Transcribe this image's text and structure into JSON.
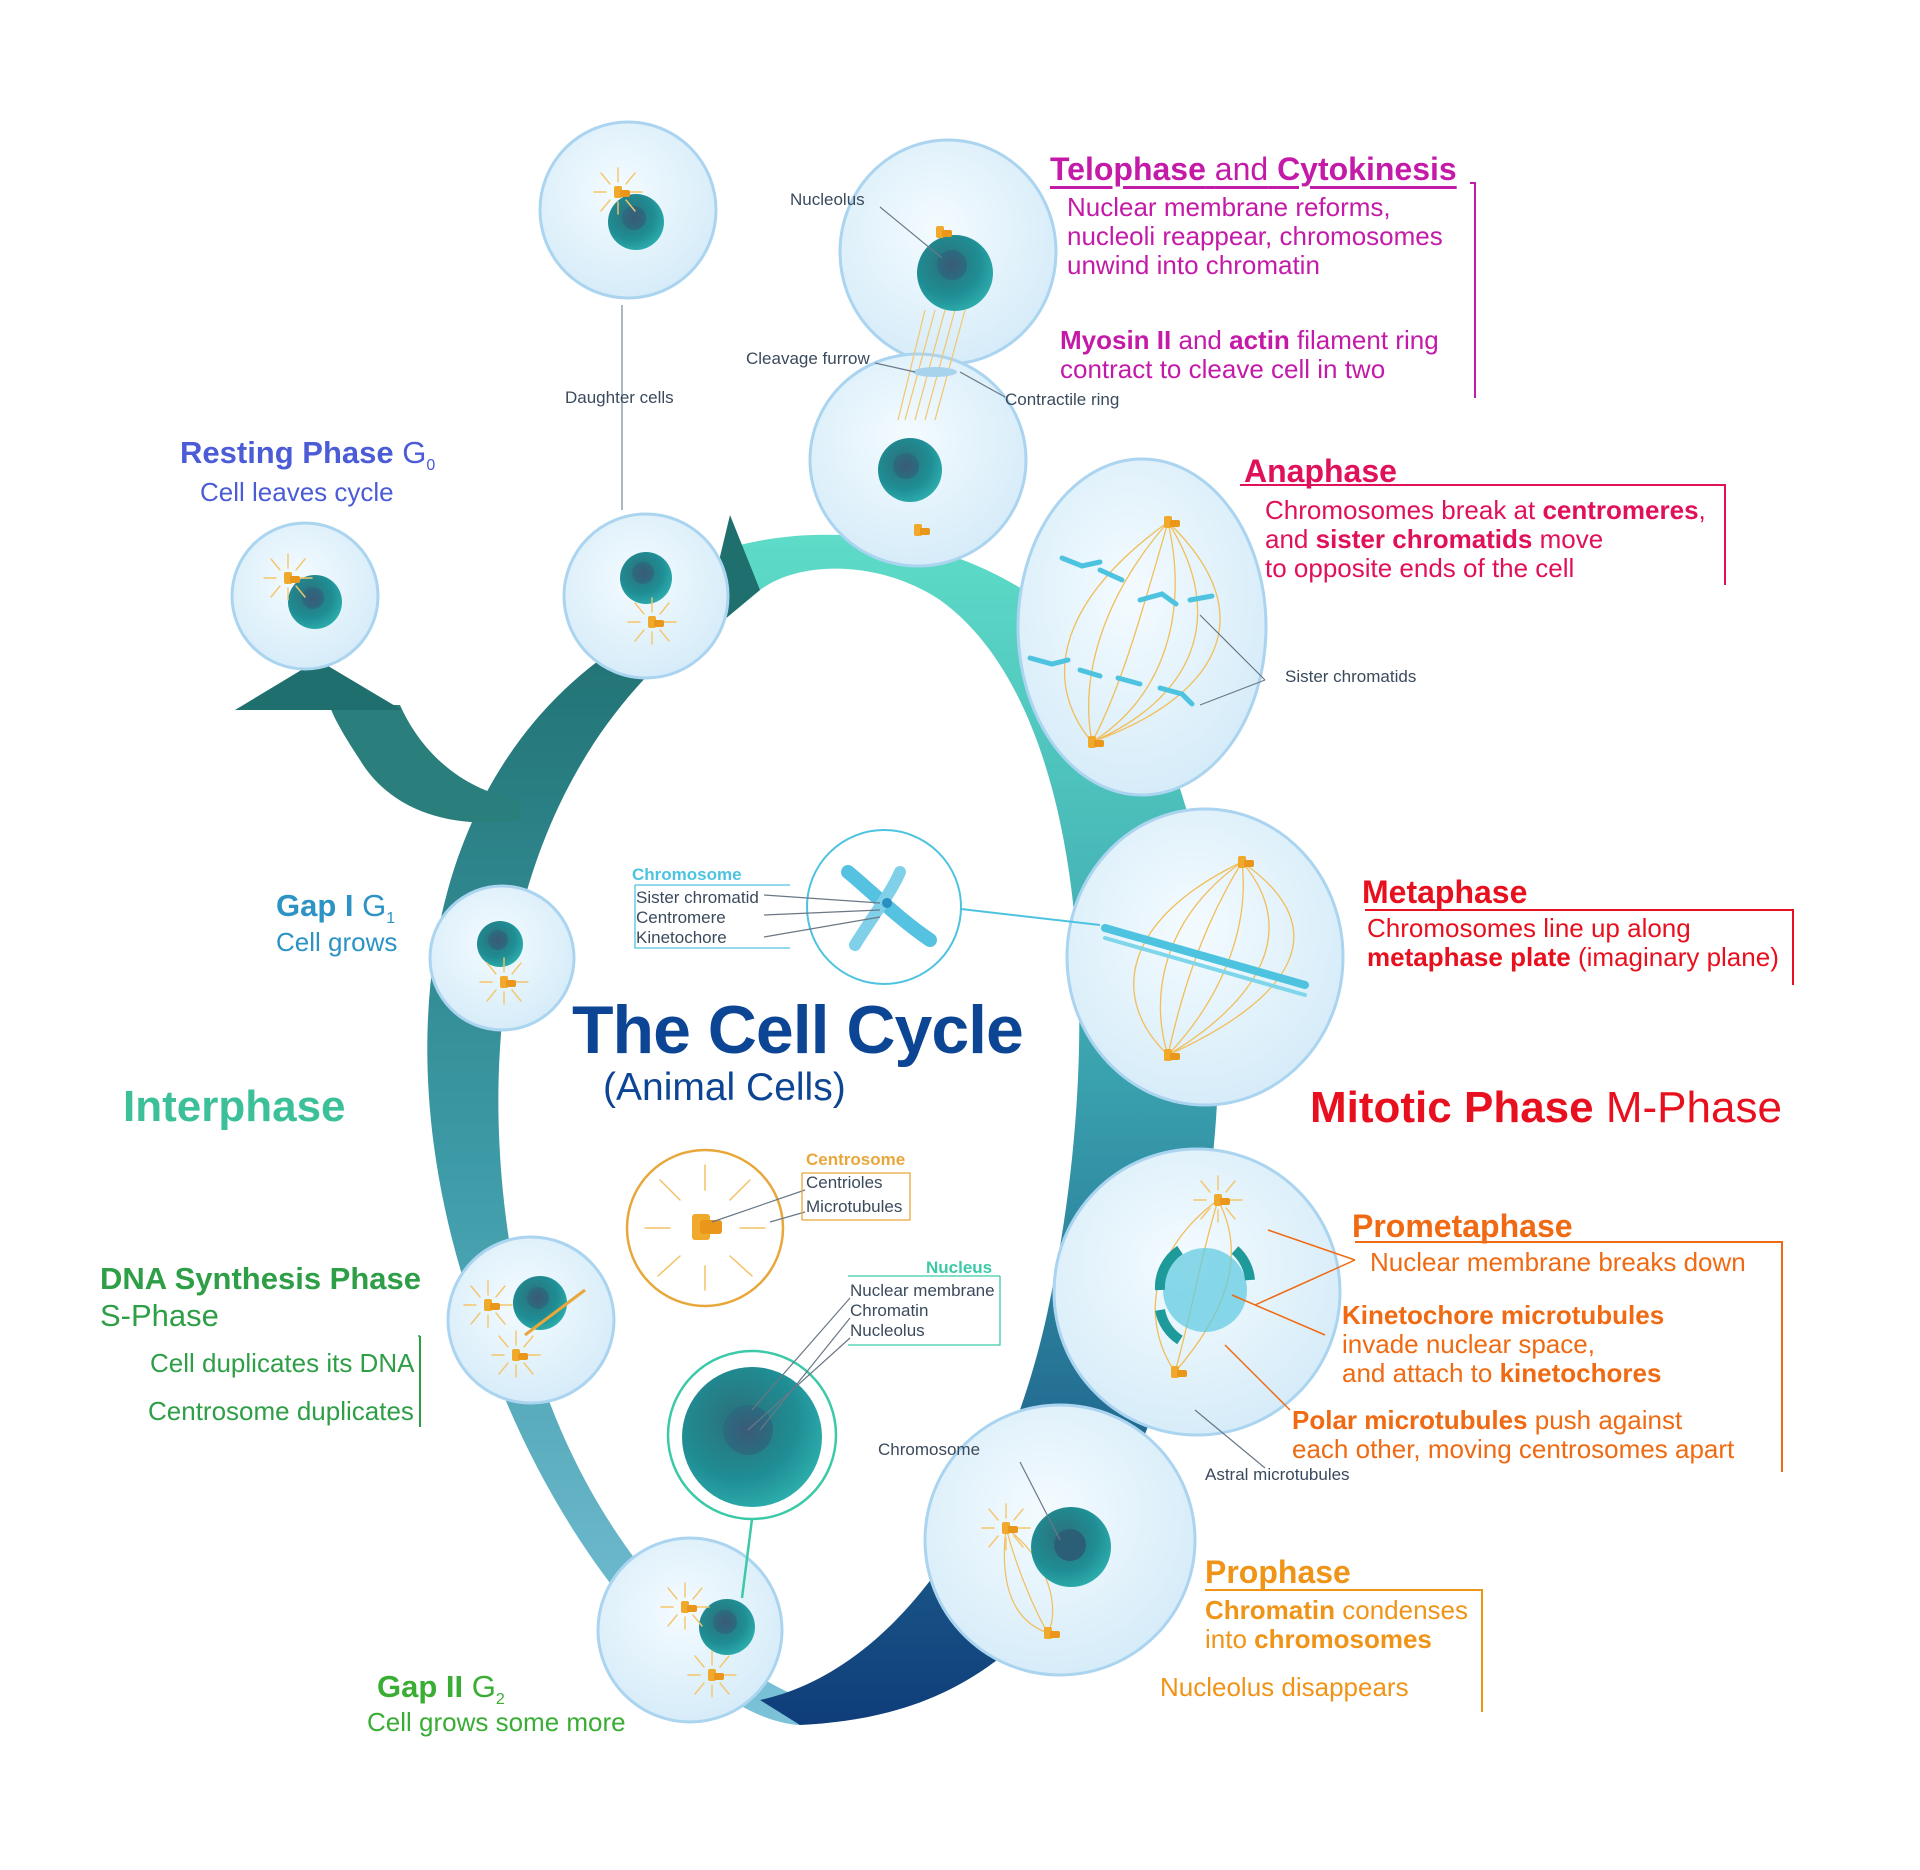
{
  "title": "The Cell Cycle",
  "subtitle": "(Animal Cells)",
  "colors": {
    "interphase": "#3cc09a",
    "mitotic": "#e8101e",
    "telophase": "#c41aa8",
    "anaphase": "#e0115a",
    "metaphase": "#e8101e",
    "prometaphase": "#ef6a12",
    "prophase": "#f09418",
    "resting": "#4b5cd6",
    "gap1": "#2c93c4",
    "synthesis": "#2e9e47",
    "gap2": "#3aad35",
    "title": "#0d4595"
  },
  "phases": {
    "resting": {
      "name": "Resting Phase",
      "symbol": "G",
      "sub": "0",
      "desc": "Cell leaves cycle"
    },
    "gap1": {
      "name": "Gap I",
      "symbol": "G",
      "sub": "1",
      "desc": "Cell grows"
    },
    "interphase": "Interphase",
    "synthesis": {
      "name": "DNA Synthesis Phase",
      "symbol": "S-Phase",
      "desc1": "Cell duplicates its DNA",
      "desc2": "Centrosome duplicates"
    },
    "gap2": {
      "name": "Gap II",
      "symbol": "G",
      "sub": "2",
      "desc": "Cell grows some more"
    },
    "mitotic": {
      "name": "Mitotic Phase",
      "symbol": "M-Phase"
    },
    "telophase": {
      "name1": "Telophase",
      "and": "and",
      "name2": "Cytokinesis",
      "desc": [
        "Nuclear membrane reforms,",
        "nucleoli reappear, chromosomes",
        "unwind into chromatin"
      ],
      "myosin": "Myosin II",
      "and2": "and",
      "actin": "actin",
      "ring": "filament ring",
      "cleave": "contract to cleave cell in two"
    },
    "anaphase": {
      "name": "Anaphase",
      "l1a": "Chromosomes break at",
      "l1b": "centromeres",
      "l1c": ",",
      "l2a": "and",
      "l2b": "sister chromatids",
      "l2c": "move",
      "l3": "to opposite ends of the cell"
    },
    "metaphase": {
      "name": "Metaphase",
      "l1": "Chromosomes line up along",
      "l2a": "metaphase plate",
      "l2b": "(imaginary plane)"
    },
    "prometaphase": {
      "name": "Prometaphase",
      "l1": "Nuclear membrane breaks down",
      "l2": "Kinetochore microtubules",
      "l3": "invade nuclear space,",
      "l4a": "and attach to",
      "l4b": "kinetochores",
      "l5a": "Polar microtubules",
      "l5b": "push against",
      "l6": "each other, moving centrosomes apart"
    },
    "prophase": {
      "name": "Prophase",
      "l1a": "Chromatin",
      "l1b": "condenses",
      "l2a": "into",
      "l2b": "chromosomes",
      "l3": "Nucleolus disappears"
    }
  },
  "labels": {
    "nucleolus": "Nucleolus",
    "cleavage_furrow": "Cleavage furrow",
    "daughter_cells": "Daughter cells",
    "contractile_ring": "Contractile ring",
    "sister_chromatids": "Sister chromatids",
    "astral_microtubules": "Astral microtubules",
    "chromosome_prophase": "Chromosome"
  },
  "legends": {
    "chromosome": {
      "title": "Chromosome",
      "items": [
        "Sister chromatid",
        "Centromere",
        "Kinetochore"
      ]
    },
    "centrosome": {
      "title": "Centrosome",
      "items": [
        "Centrioles",
        "Microtubules"
      ]
    },
    "nucleus": {
      "title": "Nucleus",
      "items": [
        "Nuclear membrane",
        "Chromatin",
        "Nucleolus"
      ]
    }
  }
}
